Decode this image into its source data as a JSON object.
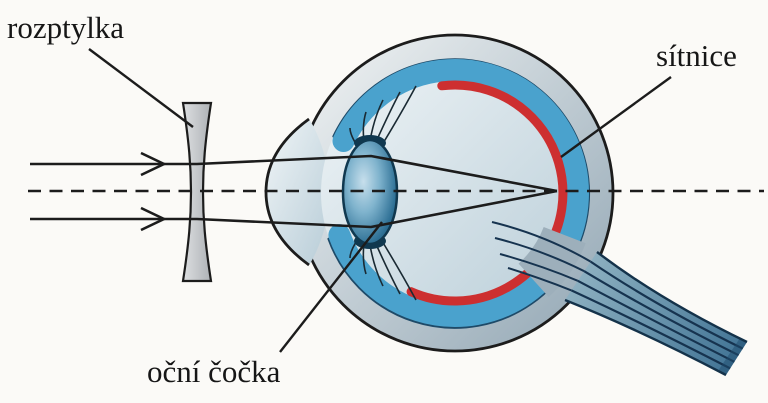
{
  "figure": {
    "title_hint": "eye-optics-diagram",
    "background": "#fbfaf7",
    "labels": {
      "diverging_lens": "rozptylka",
      "retina": "sítnice",
      "eye_lens": "oční čočka"
    },
    "colors": {
      "outline": "#1c1c1c",
      "label_text": "#161616",
      "sclera_light": "#f4f6f6",
      "sclera_dark": "#8fa4b2",
      "interior_light": "#f0f5f7",
      "interior_dark": "#b7ccd7",
      "choroid_blue": "#4aa2cd",
      "choroid_edge": "#1e4a68",
      "retina_red": "#cd2f30",
      "lens_highlight": "#c7dfec",
      "lens_mid": "#7fb3cd",
      "lens_deep": "#2e7095",
      "lens_dark": "#184f6d",
      "lens_outline": "#10384f",
      "nerve_light": "#93b5c4",
      "nerve_dark": "#3d7092",
      "nerve_stripe": "#16334f",
      "nerve_edge": "#14324a",
      "glass_light": "#dddfe1",
      "glass_dark": "#aeb2b6",
      "fiber": "#1a2a33",
      "collar_gray": "#9dafbb"
    }
  }
}
